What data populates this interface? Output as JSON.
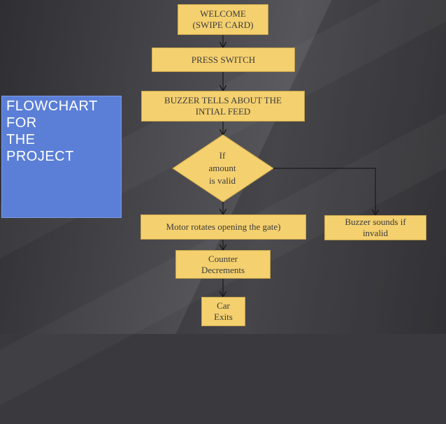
{
  "side_title": {
    "lines": [
      "FLOWCHART",
      "",
      "FOR",
      "",
      "THE",
      "PROJECT"
    ]
  },
  "nodes": {
    "welcome": [
      "WELCOME",
      "(SWIPE CARD)"
    ],
    "press_switch": "PRESS SWITCH",
    "buzzer_feed": [
      "BUZZER TELLS ABOUT THE",
      "INTIAL FEED"
    ],
    "decision": [
      "If",
      "amount",
      "is valid"
    ],
    "motor": "Motor rotates opening the gate)",
    "buzzer_invalid": [
      "Buzzer sounds if",
      "invalid"
    ],
    "counter": [
      "Counter",
      "Decrements"
    ],
    "car_exits": [
      "Car",
      "Exits"
    ]
  },
  "colors": {
    "node_fill": "#f4d06f",
    "title_fill": "#5b7fd6",
    "arrow": "#1a1a1a"
  }
}
